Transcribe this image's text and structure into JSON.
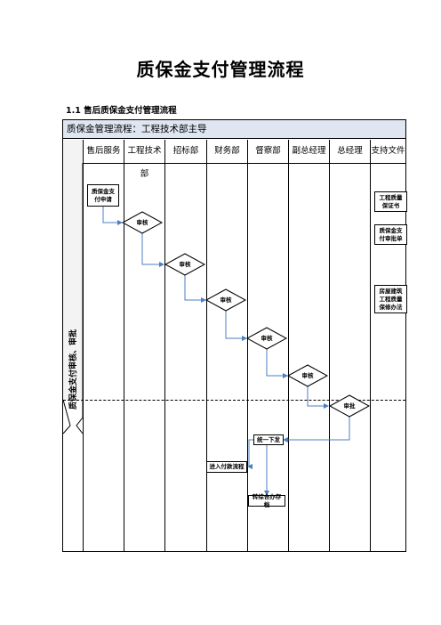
{
  "document": {
    "title": "质保金支付管理流程",
    "section_heading": "1.1  售后质保金支付管理流程"
  },
  "flowchart": {
    "frame_title": "质保金管理流程：工程技术部主导",
    "phase_label": "质保金支付审核、审批",
    "lanes": [
      "售后服务",
      "工程技术部",
      "招标部",
      "财务部",
      "督察部",
      "副总经理",
      "总经理",
      "支持文件"
    ],
    "nodes": {
      "request": "质保金支付申请",
      "review_engineering": "审核",
      "review_tender": "审核",
      "review_finance": "审核",
      "review_inspection": "审核",
      "review_vice_gm": "审核",
      "approve_gm": "审批",
      "unified_issue": "统一下发",
      "enter_payment": "进入付款流程",
      "archive": "转综合办存档"
    },
    "documents": {
      "doc_quality_cert": "工程质量保证书",
      "doc_payment_approval": "质保金支付审批单",
      "doc_housing_regulation": "房屋建筑工程质量保修办法"
    },
    "colors": {
      "header_fill": "#dfe6f2",
      "connector": "#4a7fc1",
      "stroke": "#000000"
    }
  }
}
